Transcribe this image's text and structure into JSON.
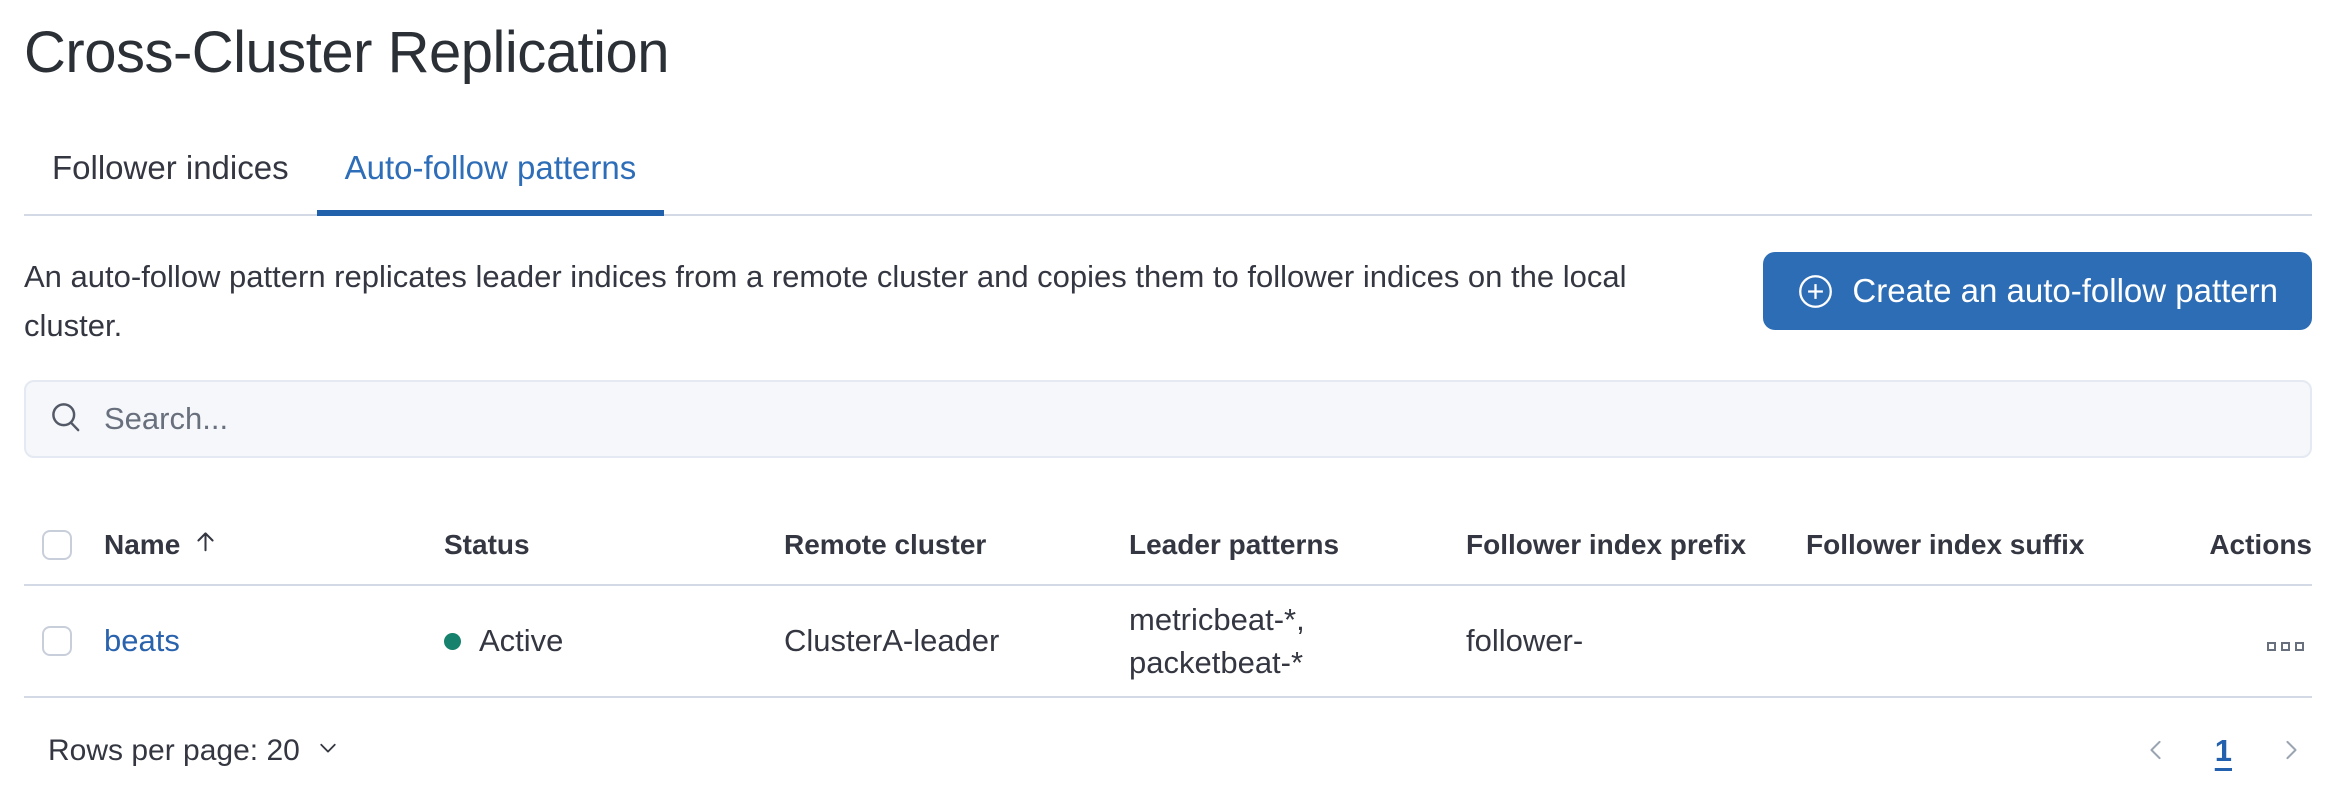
{
  "page": {
    "title": "Cross-Cluster Replication"
  },
  "tabs": [
    {
      "label": "Follower indices",
      "active": false
    },
    {
      "label": "Auto-follow patterns",
      "active": true
    }
  ],
  "header": {
    "description": "An auto-follow pattern replicates leader indices from a remote cluster and copies them to follower indices on the local cluster.",
    "create_button_label": "Create an auto-follow pattern"
  },
  "search": {
    "placeholder": "Search..."
  },
  "table": {
    "columns": [
      "Name",
      "Status",
      "Remote cluster",
      "Leader patterns",
      "Follower index prefix",
      "Follower index suffix",
      "Actions"
    ],
    "sort": {
      "column": "Name",
      "direction": "ascending"
    },
    "rows": [
      {
        "name": "beats",
        "status": "Active",
        "remote_cluster": "ClusterA-leader",
        "leader_patterns": "metricbeat-*,\npacketbeat-*",
        "follower_index_prefix": "follower-",
        "follower_index_suffix": ""
      }
    ]
  },
  "footer": {
    "rows_per_page_label": "Rows per page: 20",
    "pagination": {
      "current_page": "1"
    }
  },
  "icons": {
    "create_button": "plus-in-circle-icon",
    "search": "search-icon",
    "sort": "sort-ascending-arrow-icon",
    "row_actions": "boxes-horizontal-icon",
    "rows_per_page": "chevron-down-icon",
    "prev_page": "chevron-left-icon",
    "next_page": "chevron-right-icon"
  },
  "colors": {
    "accent_blue": "#2d6db5",
    "tab_underline": "#2160ab",
    "link_blue": "#2a63ad",
    "status_active_dot": "#16816c",
    "text": "#343741",
    "subdued_text": "#69707d",
    "border": "#d3dae6",
    "search_background": "#f5f7fa"
  }
}
